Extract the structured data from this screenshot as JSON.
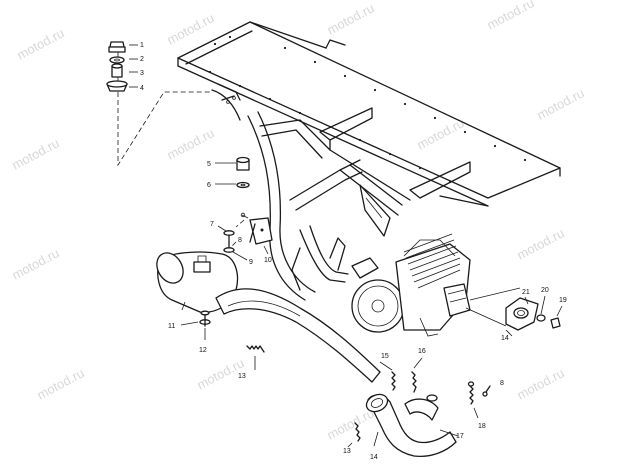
{
  "watermark": {
    "text": "motod.ru"
  },
  "callouts": [
    {
      "id": "c1",
      "label": "1"
    },
    {
      "id": "c2",
      "label": "2"
    },
    {
      "id": "c3",
      "label": "3"
    },
    {
      "id": "c4",
      "label": "4"
    },
    {
      "id": "c5",
      "label": "5"
    },
    {
      "id": "c6",
      "label": "6"
    },
    {
      "id": "c7",
      "label": "7"
    },
    {
      "id": "c8a",
      "label": "8"
    },
    {
      "id": "c9",
      "label": "9"
    },
    {
      "id": "c10",
      "label": "10"
    },
    {
      "id": "c11",
      "label": "11"
    },
    {
      "id": "c12",
      "label": "12"
    },
    {
      "id": "c13a",
      "label": "13"
    },
    {
      "id": "c13b",
      "label": "13"
    },
    {
      "id": "c14a",
      "label": "14"
    },
    {
      "id": "c14b",
      "label": "14"
    },
    {
      "id": "c15",
      "label": "15"
    },
    {
      "id": "c16",
      "label": "16"
    },
    {
      "id": "c17",
      "label": "17"
    },
    {
      "id": "c18",
      "label": "18"
    },
    {
      "id": "c8b",
      "label": "8"
    },
    {
      "id": "c19",
      "label": "19"
    },
    {
      "id": "c20",
      "label": "20"
    },
    {
      "id": "c21",
      "label": "21"
    }
  ]
}
